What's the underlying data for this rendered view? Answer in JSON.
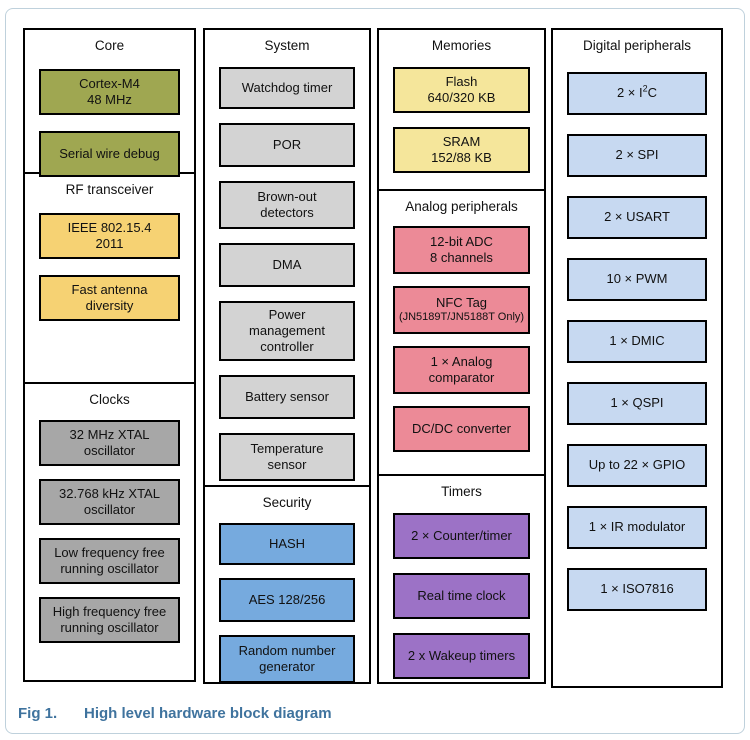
{
  "caption": {
    "label": "Fig 1.",
    "text": "High level hardware block diagram"
  },
  "palette": {
    "olive": "#9fa751",
    "gold": "#f6d273",
    "pale_yellow": "#f5e69b",
    "light_gray": "#d3d3d3",
    "dark_gray": "#a7a7a7",
    "blue": "#76aade",
    "light_blue": "#c7d9f1",
    "pink": "#ec8a97",
    "purple": "#9c72c6",
    "caption_blue": "#3f739e",
    "frame_border": "#bfd1dc",
    "block_border": "#000000"
  },
  "sections": {
    "core": {
      "title": "Core",
      "blocks": {
        "cortex": "Cortex-M4\n48 MHz",
        "swd": "Serial wire debug"
      }
    },
    "rf": {
      "title": "RF transceiver",
      "blocks": {
        "ieee": "IEEE 802.15.4\n2011",
        "antenna": "Fast antenna\ndiversity"
      }
    },
    "clocks": {
      "title": "Clocks",
      "blocks": {
        "xtal32m": "32 MHz XTAL\noscillator",
        "xtal32k": "32.768 kHz XTAL\noscillator",
        "lffro": "Low frequency free\nrunning oscillator",
        "hffro": "High frequency free\nrunning oscillator"
      }
    },
    "system": {
      "title": "System",
      "blocks": {
        "watchdog": "Watchdog timer",
        "por": "POR",
        "brownout": "Brown-out\ndetectors",
        "dma": "DMA",
        "pmc": "Power\nmanagement\ncontroller",
        "battery": "Battery sensor",
        "temperature": "Temperature\nsensor"
      }
    },
    "security": {
      "title": "Security",
      "blocks": {
        "hash": "HASH",
        "aes": "AES 128/256",
        "rng": "Random number\ngenerator"
      }
    },
    "memories": {
      "title": "Memories",
      "blocks": {
        "flash": "Flash\n640/320 KB",
        "sram": "SRAM\n152/88 KB"
      }
    },
    "analog": {
      "title": "Analog peripherals",
      "blocks": {
        "adc": "12-bit ADC\n8 channels",
        "nfc_line1": "NFC Tag",
        "nfc_line2": "(JN5189T/JN5188T Only)",
        "comparator": "1 × Analog\ncomparator",
        "dcdc": "DC/DC converter"
      }
    },
    "timers": {
      "title": "Timers",
      "blocks": {
        "counter": "2 × Counter/timer",
        "rtc": "Real time clock",
        "wakeup": "2 x Wakeup timers"
      }
    },
    "digital": {
      "title": "Digital peripherals",
      "blocks": {
        "i2c_pre": "2 × I",
        "i2c_sup": "2",
        "i2c_post": "C",
        "spi": "2 × SPI",
        "usart": "2 × USART",
        "pwm": "10 × PWM",
        "dmic": "1 × DMIC",
        "qspi": "1 × QSPI",
        "gpio": "Up to 22 × GPIO",
        "ir": "1 × IR modulator",
        "iso7816": "1 × ISO7816"
      }
    }
  }
}
